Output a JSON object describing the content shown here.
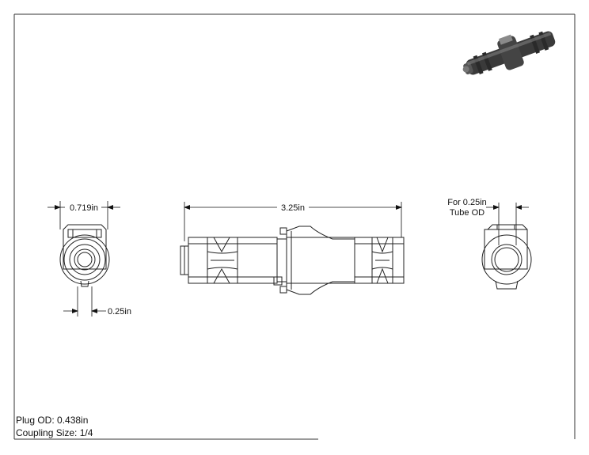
{
  "dimensions": {
    "width_top": "0.719in",
    "length": "3.25in",
    "bore": "0.25in",
    "tube_od_line1": "For 0.25in",
    "tube_od_line2": "Tube OD"
  },
  "notes": {
    "plug_od": "Plug OD: 0.438in",
    "coupling_size": "Coupling Size: 1/4"
  },
  "colors": {
    "line": "#222222",
    "render_body": "#3a3a3a",
    "render_highlight": "#8a8a8a"
  }
}
